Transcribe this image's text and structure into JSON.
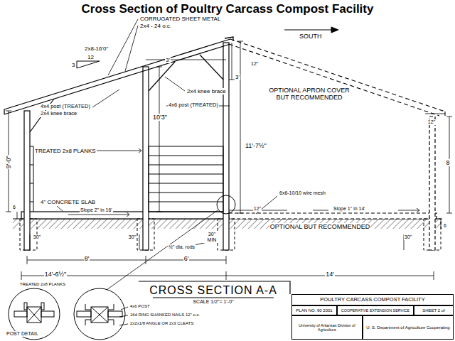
{
  "diagram": {
    "title": "Cross Section of Poultry Carcass Compost Facility",
    "nodes": [
      {
        "text": [
          "POULTRY CARCASS COMPOST FACILITY"
        ]
      },
      {
        "text": [
          "PLAN NO. 90 2001"
        ]
      },
      {
        "text": [
          "COOPERATIVE EXTENSION SERVICE"
        ]
      },
      {
        "text": [
          "SHEET 2 of"
        ]
      },
      {
        "text": [
          "University of Arkansas Division of Agriculture"
        ]
      },
      {
        "text": [
          "U. S. Department of Agriculture Cooperating"
        ]
      }
    ],
    "labels": [
      "CORRUGATED SHEET METAL",
      "2x4 - 24 o.c.",
      "SOUTH",
      "2x8-16'0\"",
      "12",
      "3",
      "3'",
      "12\"",
      "3'",
      "2x4 knee brace",
      "4x4 post (TREATED)",
      "2x4 knee brace",
      "4x6 post (TREATED)",
      "OPTIONAL APRON COVER BUT RECOMMENDED",
      "12\"",
      "10'3\"",
      "11'-7½\"",
      "9'-0\"",
      "8",
      "TREATED 2x8 PLANKS",
      "4\" CONCRETE SLAB",
      "6",
      "Slope 2\" in 16'",
      "6x6-10/10 wire mesh",
      "12\"",
      "Slope 1\" in 14'",
      "OPTIONAL BUT RECOMMENDED",
      "6",
      "30\"",
      "30\"",
      "30\" MIN",
      "½\" dia. rods",
      "30\"",
      "8'",
      "6'",
      "14'-6½\"",
      "14'",
      "CROSS SECTION A-A",
      "SCALE 1/2\"= 1'-0\"",
      "TREATED 2x8 PLANKS",
      "4x6 POST",
      "16d RING SHANKED NAILS 12\" o.c.",
      "2x2x1/8 ANGLE OR 2x3 CLEATS",
      "POST DETAIL"
    ]
  }
}
